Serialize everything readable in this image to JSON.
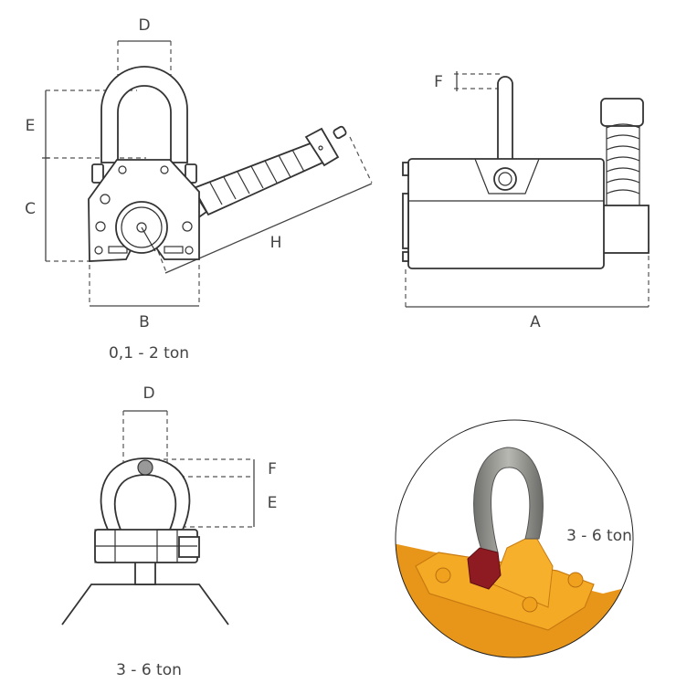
{
  "view_small_magnet": {
    "dim_D": "D",
    "dim_E": "E",
    "dim_C": "C",
    "dim_H": "H",
    "dim_B": "B",
    "caption": "0,1 - 2 ton"
  },
  "view_side": {
    "dim_F": "F",
    "dim_A": "A"
  },
  "view_shackle": {
    "dim_D": "D",
    "dim_F": "F",
    "dim_E": "E",
    "caption": "3 - 6 ton"
  },
  "photo": {
    "caption": "3 - 6 ton",
    "colors": {
      "body": "#f0a21e",
      "shackle": "#8f8f8a",
      "bolt": "#8e1b22"
    }
  }
}
